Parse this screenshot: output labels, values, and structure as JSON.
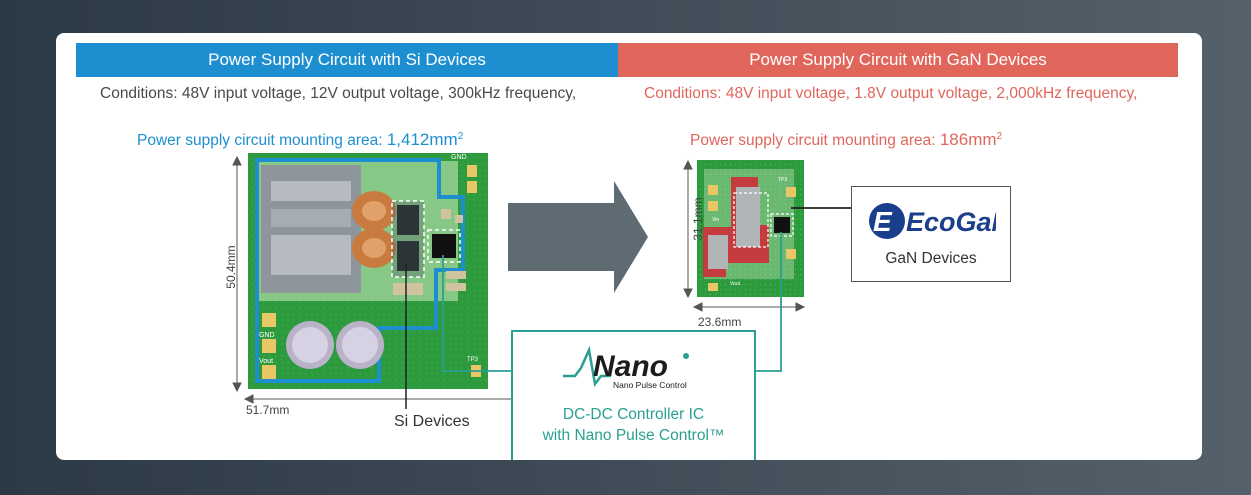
{
  "headers": {
    "si": "Power Supply Circuit with Si Devices",
    "gan": "Power Supply Circuit with GaN Devices"
  },
  "conditions": {
    "si": "Conditions: 48V input voltage, 12V output voltage, 300kHz frequency,",
    "gan": "Conditions: 48V input voltage, 1.8V output voltage, 2,000kHz frequency,"
  },
  "mounting_area": {
    "si": {
      "label": "Power supply circuit mounting area: ",
      "value": "1,412mm",
      "sup": "2"
    },
    "gan": {
      "label": "Power supply circuit mounting area: ",
      "value": "186mm",
      "sup": "2"
    }
  },
  "dimensions": {
    "si_height": "50.4mm",
    "si_width": "51.7mm",
    "gan_height": "31.1mm",
    "gan_width": "23.6mm"
  },
  "labels": {
    "si_devices": "Si Devices",
    "gan_devices": "GaN Devices",
    "controller_line1": "DC-DC Controller IC",
    "controller_line2": "with Nano Pulse Control™"
  },
  "logos": {
    "ecogan": "EcoGaN",
    "nano": "Nano",
    "nano_sub": "Nano Pulse Control"
  },
  "board_silkscreen": {
    "si_gnd_top": "GND",
    "si_gnd": "GND",
    "si_vout": "Vout",
    "si_tp": "TP3",
    "gan_tp": "TP3",
    "gan_vin": "Vin",
    "gan_vout": "Vout"
  },
  "colors": {
    "si_blue": "#1d8fd0",
    "gan_red": "#e0665c",
    "teal": "#2b9f92",
    "board_green": "#2e9a3e"
  }
}
